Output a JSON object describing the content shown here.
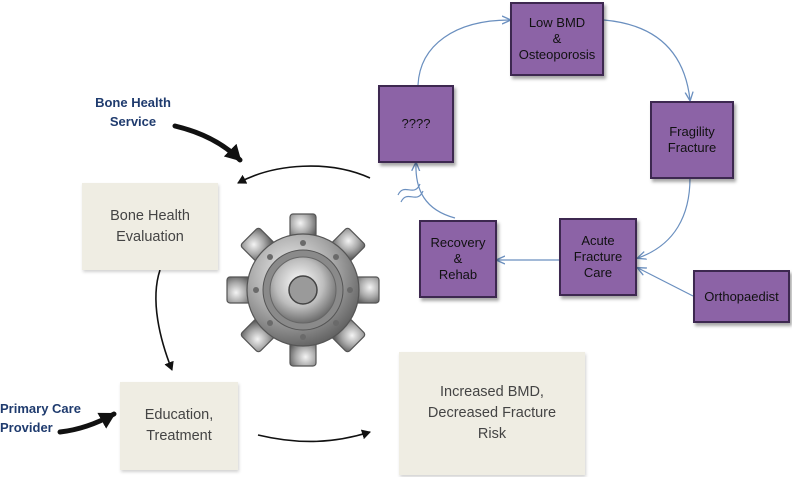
{
  "cycle_nodes": {
    "low_bmd": "Low BMD\n&\nOsteoporosis",
    "fragility": "Fragility\nFracture",
    "acute": "Acute\nFracture\nCare",
    "recovery": "Recovery\n&\nRehab",
    "unknown": "????",
    "orthopaedist": "Orthopaedist"
  },
  "pathway_nodes": {
    "evaluation": "Bone Health\nEvaluation",
    "education": "Education,\nTreatment",
    "outcome": "Increased BMD,\nDecreased Fracture\nRisk"
  },
  "actors": {
    "bone_health_service": "Bone Health\nService",
    "primary_care": "Primary Care\nProvider"
  },
  "colors": {
    "cycle_fill": "#8c63a6",
    "cycle_border": "#3d2850",
    "cycle_arrow": "#6a8fbf",
    "pathway_fill": "#efede3",
    "actor_text": "#1f3b6e",
    "gear": "#9a9a9a"
  },
  "gear_icon": "gear-icon"
}
